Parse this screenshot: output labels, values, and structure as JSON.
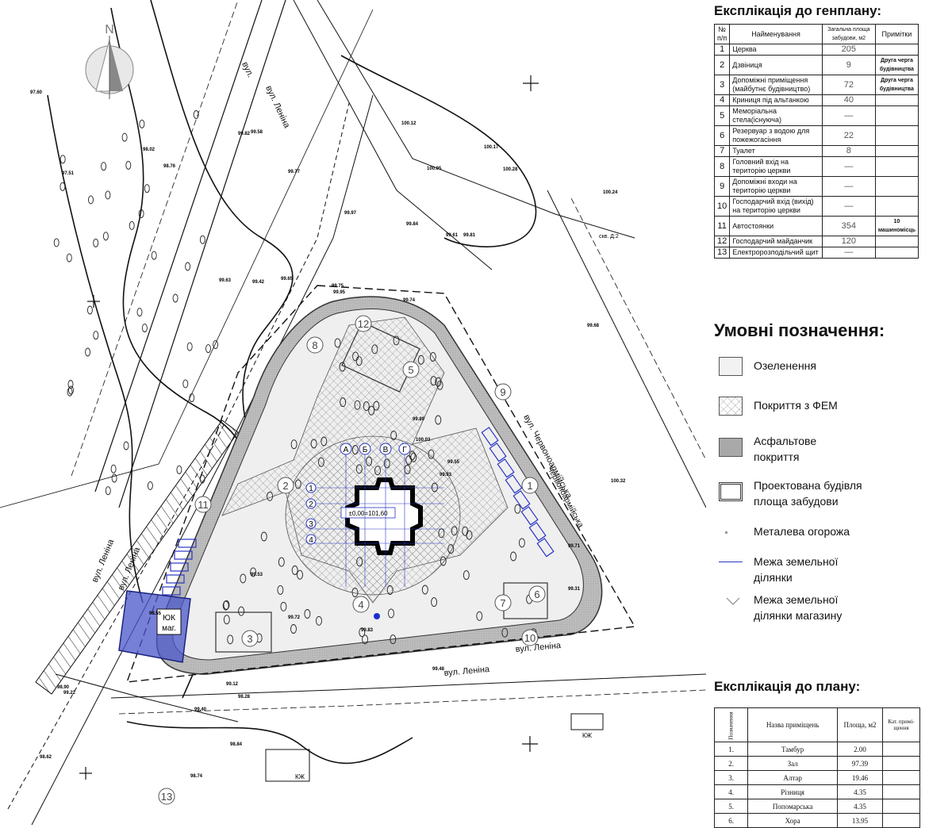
{
  "north_label": "N",
  "streets": {
    "lenina_top": "вул. Леніна",
    "lenina_left": "вул. Леніна",
    "lenina_left_outer": "вул. Леніна",
    "lenina_bottom": "вул. Леніна",
    "lenina_bottom_outer": "вул. Леніна",
    "chervonoarmiiska": "вул. Червоноармійська",
    "chervonoarmiiska2": "Червоноармійська",
    "vul_top": "вул."
  },
  "map_labels": {
    "level_mark": "±0,00=101,60",
    "shop_label_1": "ЮК",
    "shop_label_2": "маг.",
    "kzh_1": "КЖ",
    "kzh_2": "КЖ",
    "axis_a": "А",
    "axis_b": "Б",
    "axis_v": "В",
    "axis_g": "Г",
    "axis_1": "1",
    "axis_2": "2",
    "axis_3": "3",
    "axis_4": "4",
    "skv": "скв. Д:2"
  },
  "site_numbers": [
    "1",
    "2",
    "3",
    "4",
    "5",
    "6",
    "7",
    "8",
    "9",
    "10",
    "11",
    "12",
    "13"
  ],
  "elevations": [
    "97.60",
    "97.51",
    "98.02",
    "98.76",
    "99.58",
    "99.77",
    "100.05",
    "100.12",
    "100.17",
    "100.24",
    "100.28",
    "99.75",
    "99.74",
    "99.84",
    "99.61",
    "99.81",
    "100.03",
    "99.93",
    "99.83",
    "99.72",
    "99.48",
    "99.53",
    "99.12",
    "98.84",
    "98.62",
    "98.55",
    "98.28",
    "99.40",
    "99.22",
    "98.90",
    "98.74",
    "99.31",
    "99.55",
    "99.42",
    "99.63",
    "99.95",
    "99.97",
    "99.65",
    "99.82",
    "99.89",
    "100.32",
    "99.68",
    "99.71"
  ],
  "genplan": {
    "title": "Експлікація до генплану:",
    "headers": [
      "№ п/п",
      "Найменування",
      "Загальна площа забудови, м2",
      "Примітки"
    ],
    "rows": [
      {
        "n": "1",
        "name": "Церква",
        "area": "205",
        "note": ""
      },
      {
        "n": "2",
        "name": "Дзвіниця",
        "area": "9",
        "note": "Друга черга будівництва"
      },
      {
        "n": "3",
        "name": "Допоміжні приміщення (майбутнє будівництво)",
        "area": "72",
        "note": "Друга черга будівництва"
      },
      {
        "n": "4",
        "name": "Криниця під альтанкою",
        "area": "40",
        "note": ""
      },
      {
        "n": "5",
        "name": "Меморіальна стела(існуюча)",
        "area": "—",
        "note": ""
      },
      {
        "n": "6",
        "name": "Резервуар з водою для пожежогасіння",
        "area": "22",
        "note": ""
      },
      {
        "n": "7",
        "name": "Туалет",
        "area": "8",
        "note": ""
      },
      {
        "n": "8",
        "name": "Головний вхід на територію церкви",
        "area": "—",
        "note": ""
      },
      {
        "n": "9",
        "name": "Допоміжні входи на територію церкви",
        "area": "—",
        "note": ""
      },
      {
        "n": "10",
        "name": "Господарчий вхід (вихід) на територію церкви",
        "area": "—",
        "note": ""
      },
      {
        "n": "11",
        "name": "Автостоянки",
        "area": "354",
        "note": "10 машиномісць"
      },
      {
        "n": "12",
        "name": "Господарчий майданчик",
        "area": "120",
        "note": ""
      },
      {
        "n": "13",
        "name": "Електророзподільчий щит",
        "area": "—",
        "note": ""
      }
    ]
  },
  "legend": {
    "title": "Умовні позначення:",
    "items": [
      {
        "label": "Озеленення"
      },
      {
        "label": "Покриття з ФЕМ"
      },
      {
        "label": "Асфальтове\nпокриття"
      },
      {
        "label": "Проектована будівля\nплоща забудови"
      },
      {
        "label": "Металева огорожа"
      },
      {
        "label": "Межа земельної\nділянки"
      },
      {
        "label": "Межа земельної\nділянки магазину"
      }
    ]
  },
  "plan": {
    "title": "Експлікація до плану:",
    "headers": [
      "Позначення",
      "Назва приміщень",
      "Площа, м2",
      "Кат. примі- щення"
    ],
    "rows": [
      {
        "n": "1.",
        "name": "Тамбур",
        "area": "2.00"
      },
      {
        "n": "2.",
        "name": "Зал",
        "area": "97.39"
      },
      {
        "n": "3.",
        "name": "Алтар",
        "area": "19.46"
      },
      {
        "n": "4.",
        "name": "Різниця",
        "area": "4.35"
      },
      {
        "n": "5.",
        "name": "Попомарська",
        "area": "4.35"
      },
      {
        "n": "6.",
        "name": "Хора",
        "area": "13.95"
      }
    ]
  }
}
